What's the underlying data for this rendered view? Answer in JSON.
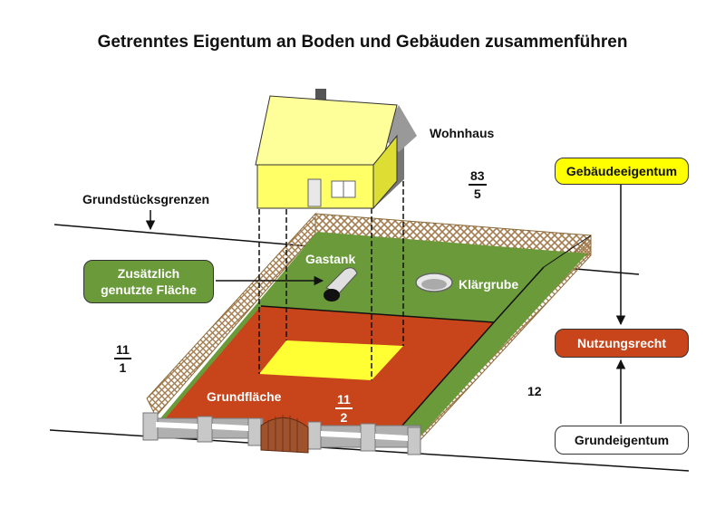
{
  "title": "Getrenntes Eigentum an Boden und Gebäuden zusammenführen",
  "labels": {
    "wohnhaus": "Wohnhaus",
    "grundstuecksgrenzen": "Grundstücksgrenzen",
    "gastank": "Gastank",
    "klaergrube": "Klärgrube",
    "grundflaeche": "Grundfläche",
    "twelve": "12"
  },
  "fractions": {
    "f83_5": {
      "num": "83",
      "den": "5"
    },
    "f11_1": {
      "num": "11",
      "den": "1"
    },
    "f11_2": {
      "num": "11",
      "den": "2"
    }
  },
  "boxes": {
    "zusaetzlich_line1": "Zusätzlich",
    "zusaetzlich_line2": "genutzte Fläche",
    "gebaeudeeigentum": "Gebäudeeigentum",
    "nutzungsrecht": "Nutzungsrecht",
    "grundeigentum": "Grundeigentum"
  },
  "colors": {
    "green": "#6a9a3a",
    "red_brown": "#c8441a",
    "yellow": "#ffff33",
    "house_wall": "#ffff66",
    "roof": "#ffff99",
    "fence": "#a07a4a",
    "wall_gray": "#b0b0b0",
    "gate": "#a0522d"
  }
}
